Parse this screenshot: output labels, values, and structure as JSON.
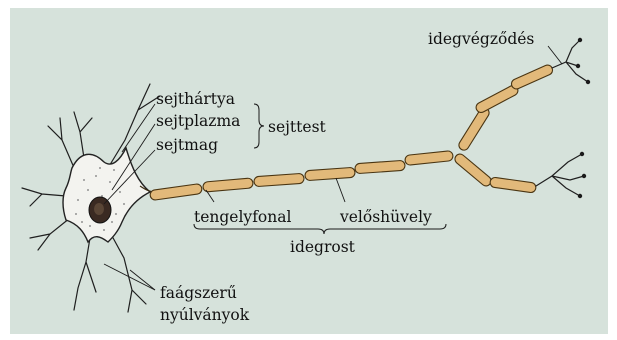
{
  "labels": {
    "sejthartya": "sejthártya",
    "sejtplazma": "sejtplazma",
    "sejtmag": "sejtmag",
    "sejttest": "sejttest",
    "idegvegzodes": "idegvégződés",
    "tengelyfonal": "tengelyfonal",
    "veloshuvely": "velőshüvely",
    "idegrost": "idegrost",
    "faagszeru": "faágszerű",
    "nyulvanyok": "nyúlványok"
  },
  "colors": {
    "panel_background": "#d6e2db",
    "cell_body": "#f3f3ef",
    "nucleus": "#3a2a22",
    "myelin": "#e2b97a"
  }
}
